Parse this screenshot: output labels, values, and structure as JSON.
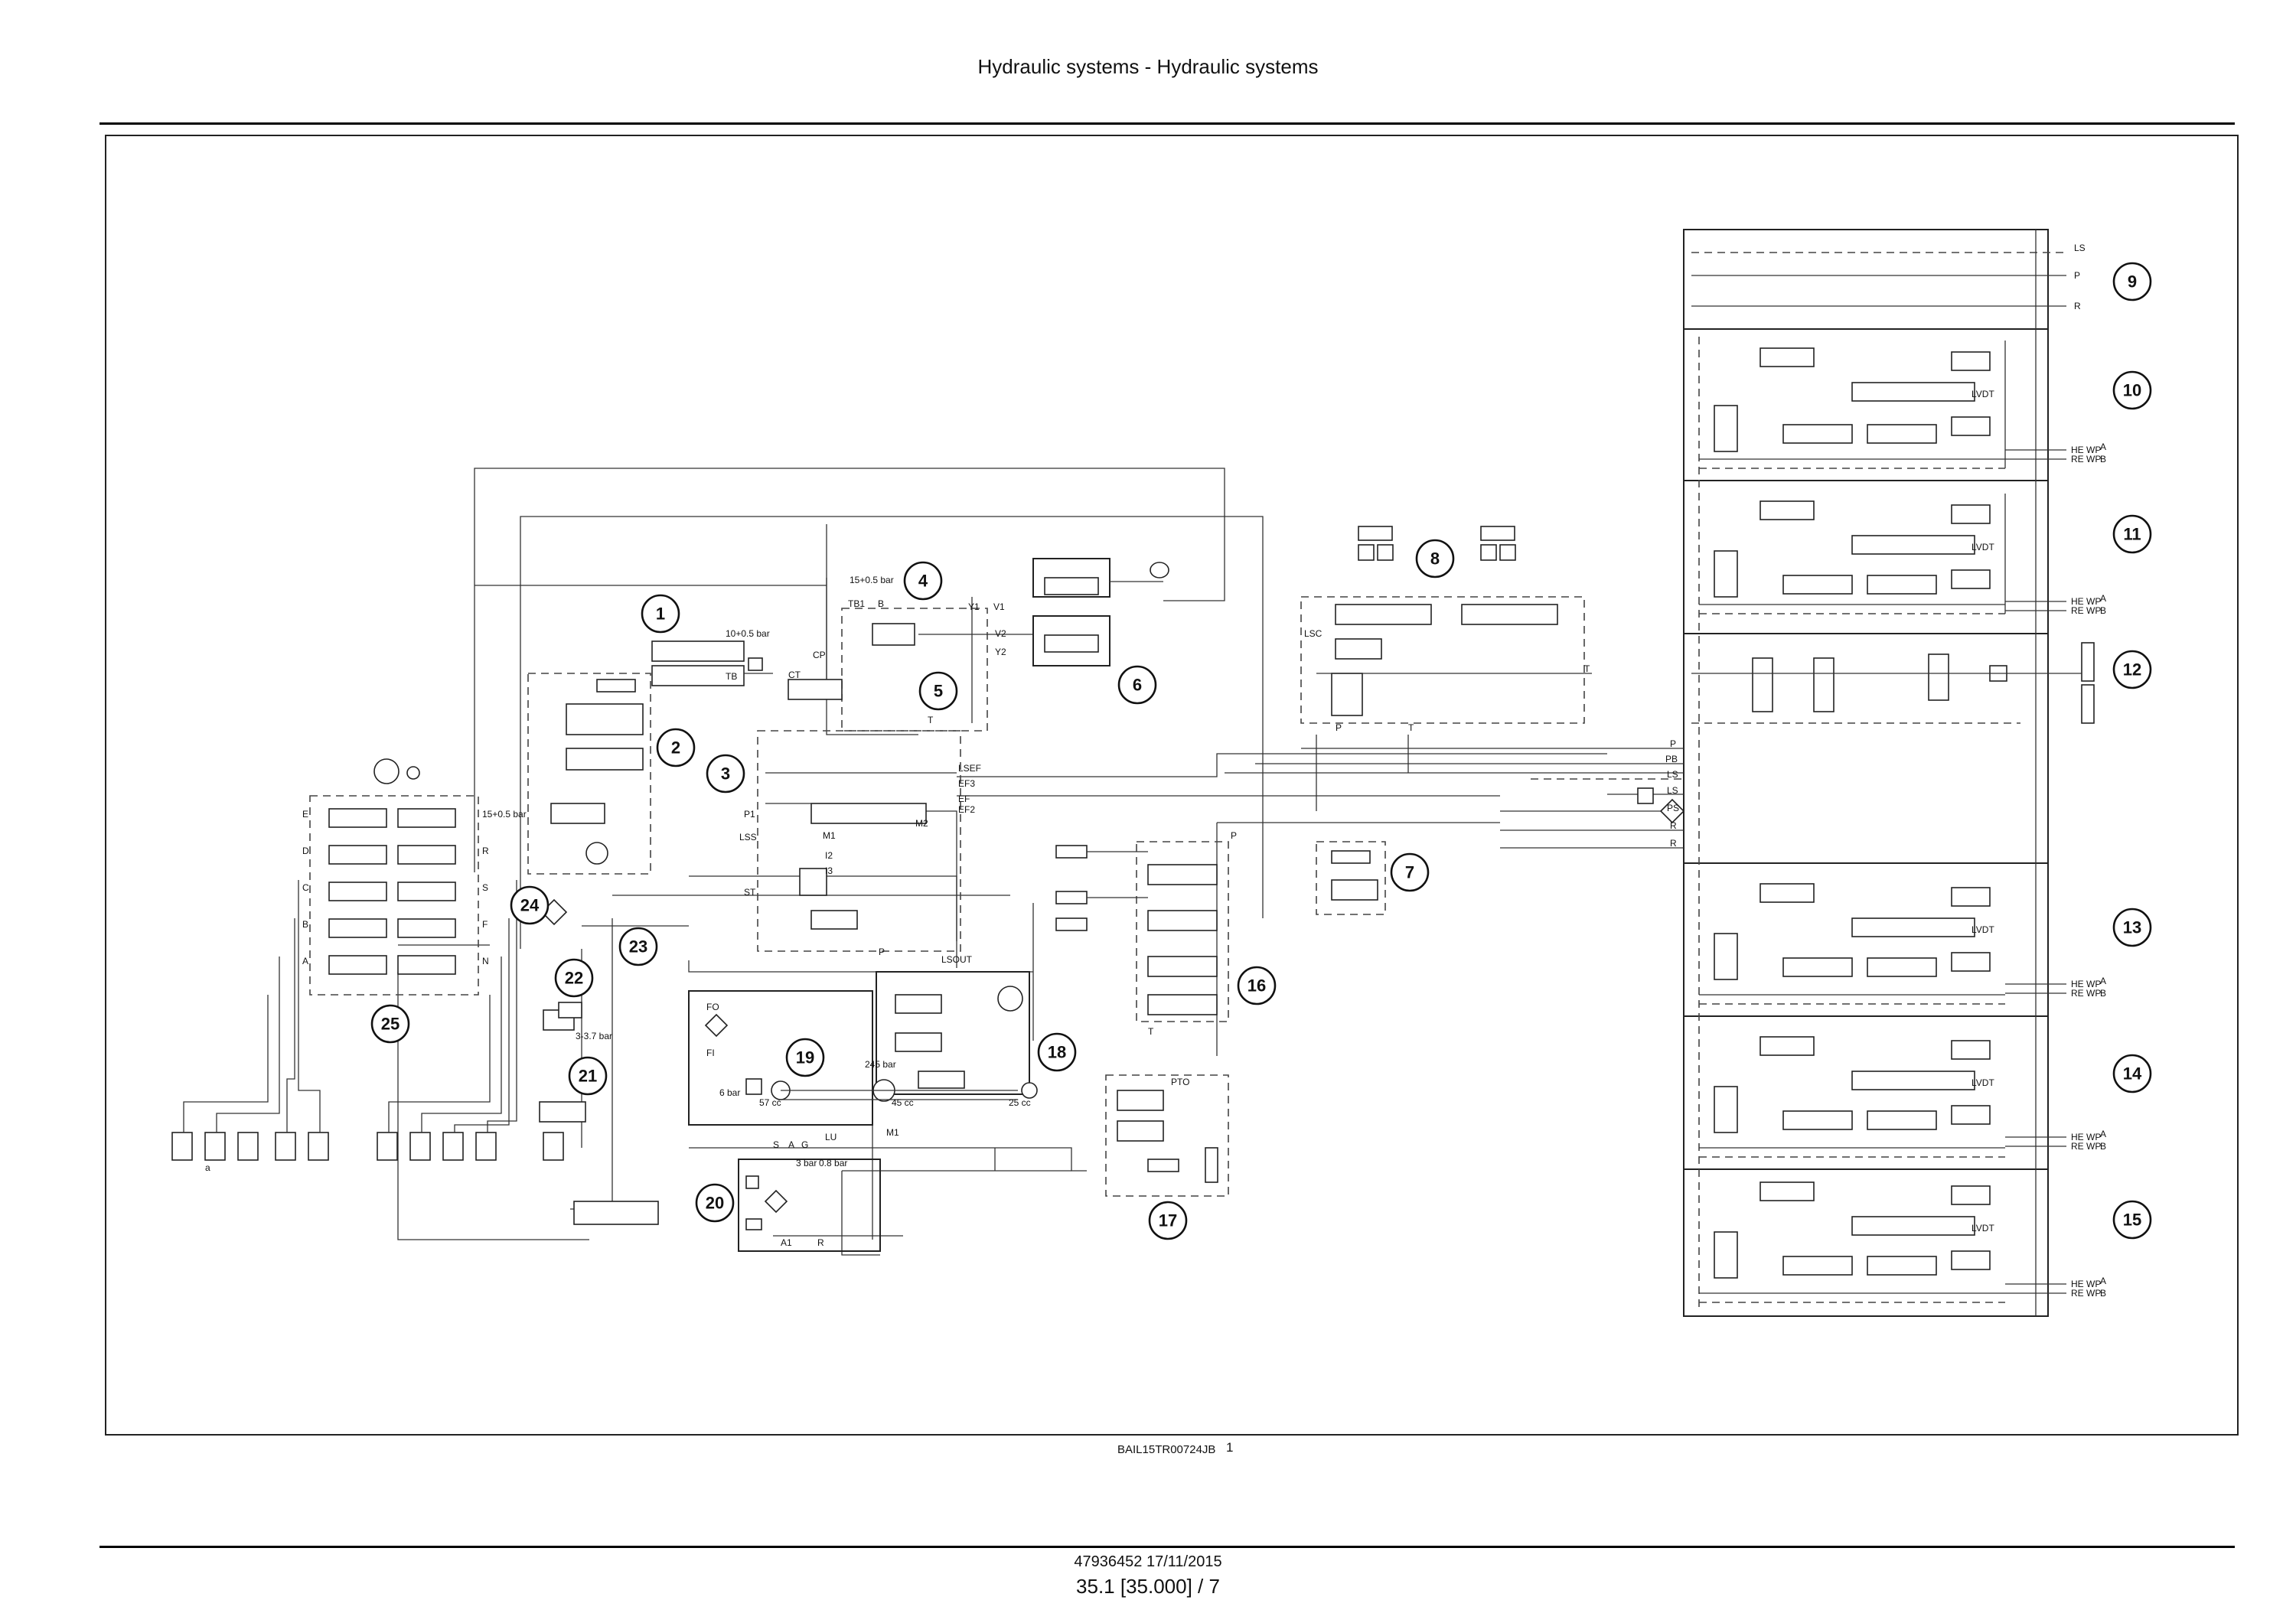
{
  "header": {
    "title": "Hydraulic systems - Hydraulic systems"
  },
  "figure": {
    "code": "BAIL15TR00724JB",
    "number": "1"
  },
  "footer": {
    "doc_id": "47936452 17/11/2015",
    "page_ref": "35.1 [35.000] / 7"
  },
  "callouts": [
    "1",
    "2",
    "3",
    "4",
    "5",
    "6",
    "7",
    "8",
    "9",
    "10",
    "11",
    "12",
    "13",
    "14",
    "15",
    "16",
    "17",
    "18",
    "19",
    "20",
    "21",
    "22",
    "23",
    "24",
    "25"
  ],
  "labels": {
    "press_15": "15+0.5 bar",
    "press_10": "10+0.5 bar",
    "press_3_37": "3-3.7 bar",
    "press_245": "245 bar",
    "press_6": "6 bar",
    "press_3": "3 bar",
    "press_08": "0.8 bar",
    "cc_57": "57 cc",
    "cc_45": "45 cc",
    "cc_25": "25 cc",
    "TB1": "TB1",
    "TB": "TB",
    "B": "B",
    "T": "T",
    "CP": "CP",
    "CT": "CT",
    "Y1": "Y1",
    "V1": "V1",
    "V2": "V2",
    "Y2": "Y2",
    "LSC": "LSC",
    "P": "P",
    "R": "R",
    "LS": "LS",
    "PB": "PB",
    "PS": "PS",
    "LSEF": "LSEF",
    "EF3": "EF3",
    "EF": "EF",
    "EF2": "EF2",
    "P1": "P1",
    "LSS": "LSS",
    "M1": "M1",
    "M2": "M2",
    "I2": "I2",
    "I3": "I3",
    "ST": "ST",
    "LSOUT": "LSOUT",
    "FO": "FO",
    "FI": "FI",
    "S": "S",
    "A": "A",
    "G": "G",
    "LU": "LU",
    "A1": "A1",
    "PTO": "PTO",
    "E": "E",
    "D": "D",
    "C": "C",
    "B2": "B",
    "A2": "A",
    "N": "N",
    "F": "F",
    "lvdt": "LVDT",
    "he_wp": "HE WP",
    "re_wp": "RE WP",
    "port_a": "A",
    "port_b": "B",
    "bar_a": "a"
  },
  "colors": {
    "line": "#222222",
    "background": "#ffffff"
  }
}
